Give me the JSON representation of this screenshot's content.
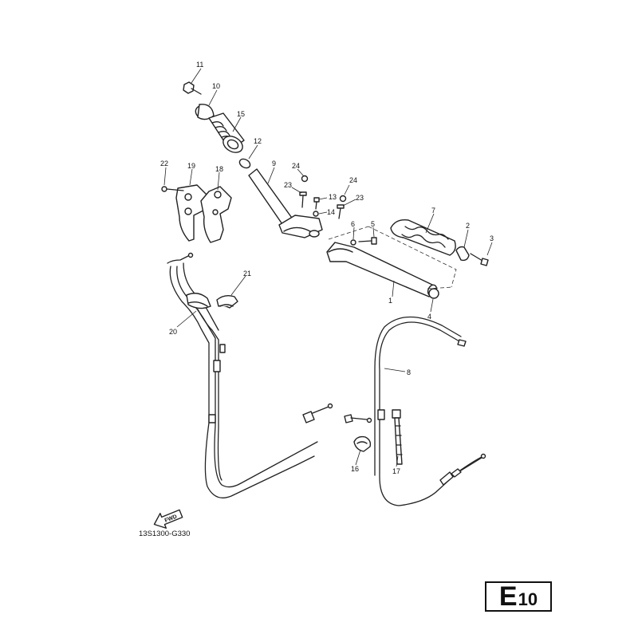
{
  "diagram": {
    "code": "13S1300-G330",
    "fwd_label": "FWD",
    "page_badge": {
      "letter": "E",
      "number": "10"
    },
    "callouts": {
      "c1": "1",
      "c2": "2",
      "c3": "3",
      "c4": "4",
      "c5": "5",
      "c6": "6",
      "c7": "7",
      "c8": "8",
      "c9": "9",
      "c10": "10",
      "c11": "11",
      "c12": "12",
      "c13": "13",
      "c14": "14",
      "c15": "15",
      "c16": "16",
      "c17": "17",
      "c18": "18",
      "c19": "19",
      "c20": "20",
      "c21": "21",
      "c22": "22",
      "c23a": "23",
      "c23b": "23",
      "c24a": "24",
      "c24b": "24"
    }
  }
}
